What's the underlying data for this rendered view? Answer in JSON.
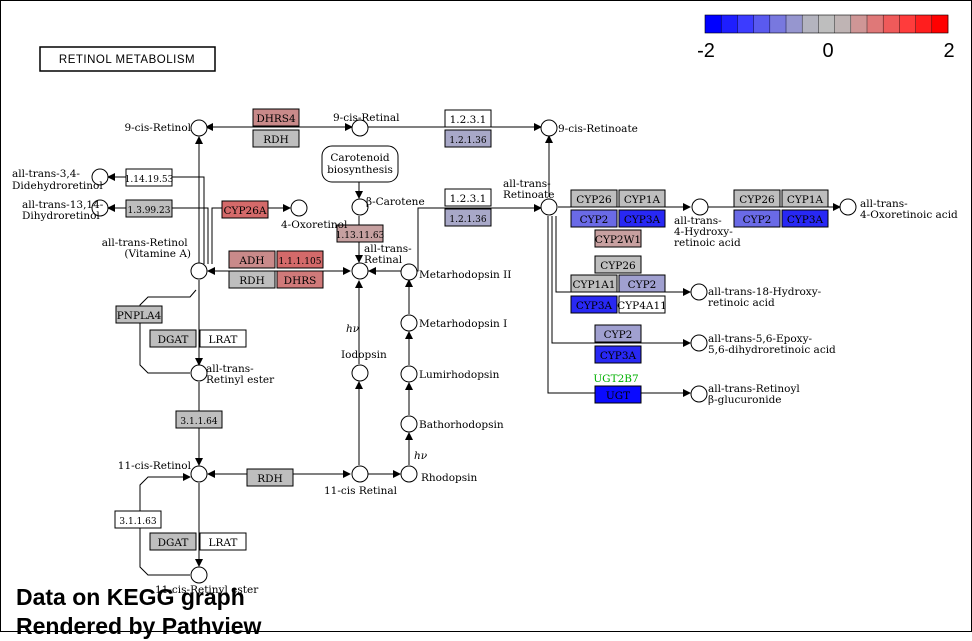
{
  "pathway": {
    "title": "RETINOL METABOLISM"
  },
  "legend": {
    "min": "-2",
    "mid": "0",
    "max": "2",
    "colors": [
      "#0000ff",
      "#1e1eff",
      "#3c3cff",
      "#5a5aef",
      "#7878df",
      "#9696cf",
      "#b4b4bf",
      "#bebebe",
      "#bfb4b4",
      "#cf9696",
      "#df7878",
      "#ef5a5a",
      "#ff3c3c",
      "#ff1e1e",
      "#ff0000"
    ]
  },
  "footer": {
    "line1": "Data on KEGG graph",
    "line2": "Rendered by Pathview"
  },
  "genes": [
    {
      "label": "DHRS4",
      "fill": "#c98a8a"
    },
    {
      "label": "RDH",
      "fill": "#bebebe"
    },
    {
      "label": "1.2.3.1",
      "fill": "#ffffff"
    },
    {
      "label": "1.2.1.36",
      "fill": "#a8a8c8"
    },
    {
      "label": "1.14.19.53",
      "fill": "#ffffff"
    },
    {
      "label": "1.3.99.23",
      "fill": "#bebebe"
    },
    {
      "label": "CYP26A",
      "fill": "#d46a6a"
    },
    {
      "label": "1.13.11.63",
      "fill": "#c6a0a0"
    },
    {
      "label": "1.2.3.1",
      "fill": "#ffffff"
    },
    {
      "label": "1.2.1.36",
      "fill": "#a8a8c8"
    },
    {
      "label": "ADH",
      "fill": "#c98a8a"
    },
    {
      "label": "1.1.1.105",
      "fill": "#d46a6a"
    },
    {
      "label": "RDH",
      "fill": "#bebebe"
    },
    {
      "label": "DHRS",
      "fill": "#d07a7a"
    },
    {
      "label": "PNPLA4",
      "fill": "#bebebe"
    },
    {
      "label": "DGAT",
      "fill": "#bebebe"
    },
    {
      "label": "LRAT",
      "fill": "#ffffff"
    },
    {
      "label": "3.1.1.64",
      "fill": "#bebebe"
    },
    {
      "label": "RDH",
      "fill": "#bebebe"
    },
    {
      "label": "3.1.1.63",
      "fill": "#ffffff"
    },
    {
      "label": "DGAT",
      "fill": "#bebebe"
    },
    {
      "label": "LRAT",
      "fill": "#ffffff"
    },
    {
      "label": "CYP26",
      "fill": "#bebebe"
    },
    {
      "label": "CYP1A",
      "fill": "#bebebe"
    },
    {
      "label": "CYP2",
      "fill": "#6a6ae6"
    },
    {
      "label": "CYP3A",
      "fill": "#2828f4"
    },
    {
      "label": "CYP2W1",
      "fill": "#c8a0a0"
    },
    {
      "label": "CYP26",
      "fill": "#bebebe"
    },
    {
      "label": "CYP1A",
      "fill": "#bebebe"
    },
    {
      "label": "CYP2",
      "fill": "#6a6ae6"
    },
    {
      "label": "CYP3A",
      "fill": "#2828f4"
    },
    {
      "label": "CYP26",
      "fill": "#bebebe"
    },
    {
      "label": "CYP1A1",
      "fill": "#bebebe"
    },
    {
      "label": "CYP2",
      "fill": "#a0a0d0"
    },
    {
      "label": "CYP3A",
      "fill": "#2828f4"
    },
    {
      "label": "CYP4A11",
      "fill": "#ffffff"
    },
    {
      "label": "CYP2",
      "fill": "#a0a0d0"
    },
    {
      "label": "CYP3A",
      "fill": "#2828f4"
    },
    {
      "label": "UGT",
      "fill": "#0a0aff"
    }
  ],
  "compounds": [
    "9-cis-Retinol",
    "9-cis-Retinal",
    "9-cis-Retinoate",
    "all-trans-3,4-Didehydroretinol",
    "all-trans-13,14-Dihydroretinol",
    "4-Oxoretinol",
    "Carotenoid biosynthesis",
    "β-Carotene",
    "all-trans-Retinoate",
    "all-trans-4-Hydroxy-retinoic acid",
    "all-trans-4-Oxoretinoic acid",
    "all-trans-Retinol (Vitamine A)",
    "all-trans-Retinal",
    "Metarhodopsin II",
    "Metarhodopsin I",
    "all-trans-Retinyl ester",
    "Iodopsin",
    "Lumirhodopsin",
    "Bathorhodopsin",
    "Rhodopsin",
    "11-cis-Retinol",
    "11-cis Retinal",
    "11-cis-Retinyl ester",
    "all-trans-18-Hydroxy-retinoic acid",
    "all-trans-5,6-Epoxy-5,6-dihydroretinoic acid",
    "all-trans-Retinoyl β-glucuronide"
  ],
  "annotations": {
    "ugt_gene_name": "UGT2B7",
    "hv": "hν"
  }
}
